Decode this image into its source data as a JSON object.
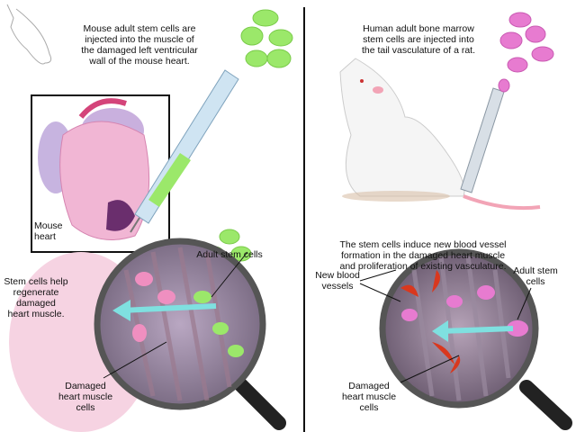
{
  "left_panel": {
    "injection_caption": "Mouse adult stem cells are\ninjected into the muscle of\nthe damaged left ventricular\nwall of the mouse heart.",
    "heart_label": "Mouse\nheart",
    "stem_cells_label": "Adult stem cells",
    "regenerate_label": "Stem cells help\nregenerate\ndamaged\nheart muscle.",
    "damaged_label": "Damaged\nheart muscle\ncells",
    "cell_color": "#9be86a"
  },
  "right_panel": {
    "injection_caption": "Human adult bone marrow\nstem cells are injected into\nthe tail vasculature of a rat.",
    "effect_caption": "The stem cells induce new blood vessel\nformation in the damaged heart muscle\nand proliferation of existing vasculature.",
    "vessels_label": "New blood\nvessels",
    "stem_cells_label": "Adult stem\ncells",
    "damaged_label": "Damaged\nheart muscle\ncells",
    "cell_color": "#e77bd0",
    "vessel_color": "#d9381e"
  }
}
